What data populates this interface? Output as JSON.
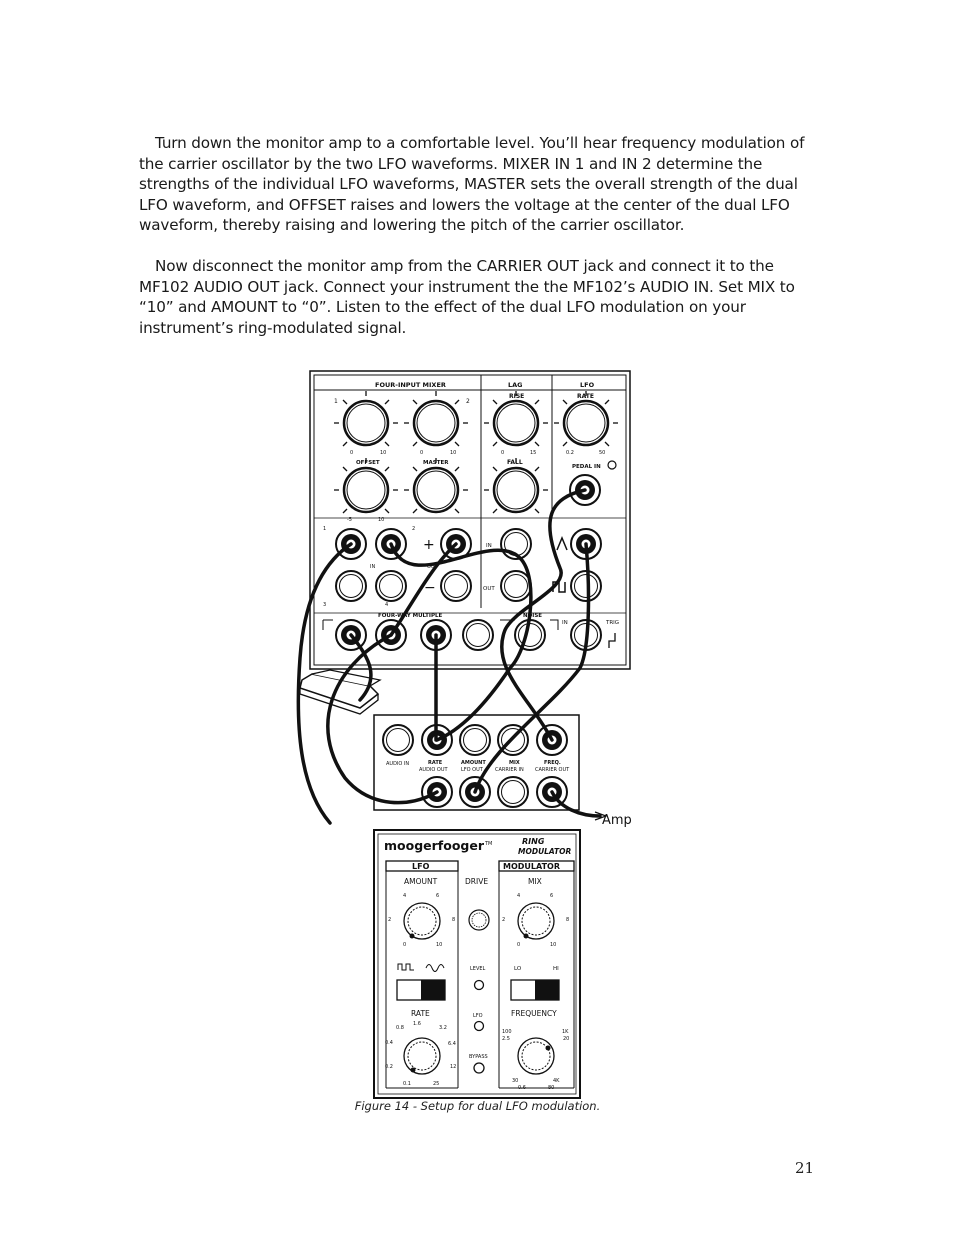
{
  "document": {
    "paragraphs": [
      "Turn down the monitor amp to a comfortable level. You’ll hear frequency modulation of the carrier oscillator by the two LFO waveforms. MIXER IN 1 and IN 2 determine the strengths of the individual LFO waveforms, MASTER sets the overall strength of the dual LFO waveform, and OFFSET raises and lowers the voltage at the center of the dual LFO waveform, thereby raising and lowering the pitch of the carrier oscillator.",
      "Now disconnect the monitor amp from the CARRIER OUT jack and connect it to the MF102 AUDIO OUT jack. Connect your instrument the the MF102’s AUDIO IN. Set MIX to “10” and AMOUNT to “0”. Listen to the effect of the dual LFO modulation on your instrument’s ring-modulated signal."
    ],
    "figure_caption": "Figure 14 - Setup for dual LFO  modulation.",
    "page_number": "21"
  },
  "figure": {
    "top_panel": {
      "sections": [
        "FOUR-INPUT MIXER",
        "LAG",
        "LFO"
      ],
      "mixer_labels": {
        "in1": "1",
        "in2": "2",
        "offset": "OFFSET",
        "master": "MASTER",
        "scale_0a": "0",
        "scale_10a": "10",
        "scale_0b": "0",
        "scale_10b": "10",
        "scale_m5": "-5",
        "scale_p10": "10",
        "jack_1": "1",
        "jack_2": "2",
        "jack_3": "3",
        "jack_4": "4",
        "in": "IN",
        "out": "OUT",
        "plus": "+",
        "minus": "−"
      },
      "lag_labels": {
        "rise": "RISE",
        "fall": "FALL",
        "in": "IN",
        "out": "OUT",
        "scale_0": "0",
        "scale_15": "15"
      },
      "lfo_labels": {
        "rate": "RATE",
        "pedal_in": "PEDAL IN",
        "scale_02": "0.2",
        "scale_50": "50"
      },
      "bottom_sections": {
        "multiple": "FOUR-WAY MULTIPLE",
        "noise": "NOISE",
        "in": "IN",
        "trig": "TRIG"
      }
    },
    "amp_label": "Amp",
    "jack_panel": {
      "audio_in": "AUDIO IN",
      "upper_labels": [
        "RATE",
        "AMOUNT",
        "MIX",
        "FREQ."
      ],
      "lower_labels": [
        "AUDIO OUT",
        "LFO OUT",
        "CARRIER IN",
        "CARRIER OUT"
      ]
    },
    "mf102": {
      "brand": "moogerfooger",
      "trademark": "TM",
      "model_line1": "RING",
      "model_line2": "MODULATOR",
      "lfo_header": "LFO",
      "modulator_header": "MODULATOR",
      "amount": "AMOUNT",
      "drive": "DRIVE",
      "mix": "MIX",
      "level": "LEVEL",
      "lfo_led": "LFO",
      "bypass": "BYPASS",
      "lo": "LO",
      "hi": "HI",
      "rate": "RATE",
      "frequency": "FREQUENCY",
      "amount_scale": [
        "0",
        "2",
        "4",
        "6",
        "8",
        "10"
      ],
      "mix_scale": [
        "0",
        "2",
        "4",
        "6",
        "8",
        "10"
      ],
      "rate_scale": [
        "0.1",
        "0.2",
        "0.4",
        "0.8",
        "1.6",
        "3.2",
        "6.4",
        "12",
        "25"
      ],
      "freq_scale": [
        "100",
        "2.5",
        "1K",
        "20",
        "30",
        "0.6",
        "4K",
        "80"
      ]
    }
  }
}
